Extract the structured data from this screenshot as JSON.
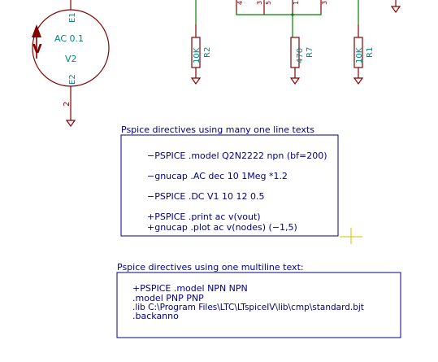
{
  "colors": {
    "wire": "#008400",
    "component": "#840000",
    "pin_text": "#840000",
    "ref_text": "#008484",
    "text_box": "#000084",
    "cursor": "#d0c000"
  },
  "source": {
    "value": "AC 0.1",
    "ref": "V2",
    "pin_e1": "E1",
    "pin_e2": "E2",
    "pin_number": "2",
    "polarity": "V"
  },
  "resistors": [
    {
      "ref": "R2",
      "value": "10K"
    },
    {
      "ref": "R7",
      "value": "470"
    },
    {
      "ref": "R1",
      "value": "10K"
    }
  ],
  "top_pins": [
    "4",
    "3",
    "5",
    "1",
    "3"
  ],
  "directives_one_line": {
    "title": "Pspice directives using many one line texts",
    "lines": [
      "−PSPICE .model Q2N2222 npn (bf=200)",
      "−gnucap .AC dec 10 1Meg *1.2",
      "−PSPICE .DC V1 10 12 0.5",
      "+PSPICE .print ac v(vout)",
      "+gnucap .plot ac v(nodes) (−1,5)"
    ]
  },
  "directives_multiline": {
    "title": "Pspice directives using one multiline text:",
    "lines": [
      "+PSPICE .model NPN NPN",
      ".model PNP PNP",
      ".lib C:\\Program Files\\LTC\\LTspiceIV\\lib\\cmp\\standard.bjt",
      ".backanno"
    ]
  }
}
